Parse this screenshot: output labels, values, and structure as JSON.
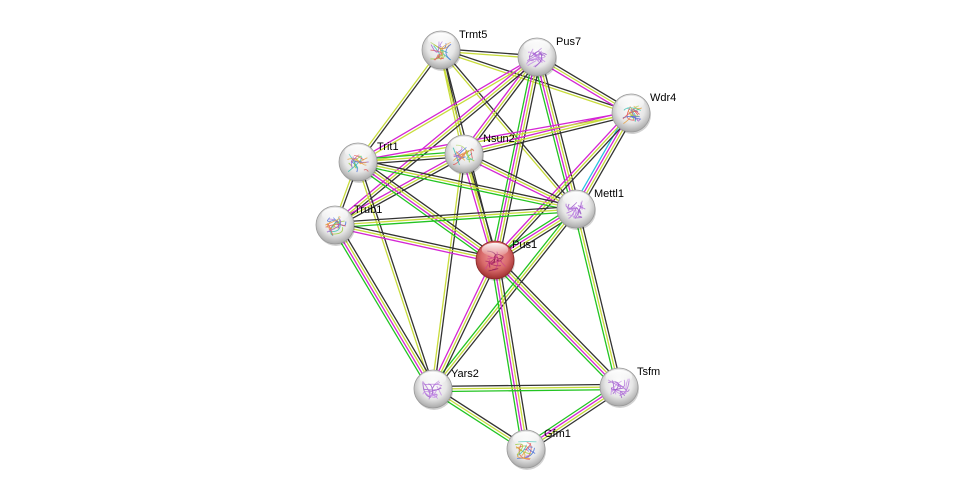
{
  "title": "Protein interaction network",
  "edge_colors": {
    "coexpression": "#333333",
    "textmining": "#c8dc3c",
    "experiments": "#d426d4",
    "database": "#2bc1e0",
    "neighborhood": "#22c422"
  },
  "nodes": [
    {
      "id": "Trmt5",
      "label": "Trmt5",
      "query": false,
      "structure_hue": "rainbow"
    },
    {
      "id": "Pus7",
      "label": "Pus7",
      "query": false,
      "structure_hue": "violet"
    },
    {
      "id": "Wdr4",
      "label": "Wdr4",
      "query": false,
      "structure_hue": "rainbow"
    },
    {
      "id": "Nsun2",
      "label": "Nsun2",
      "query": false,
      "structure_hue": "rainbow"
    },
    {
      "id": "Trit1",
      "label": "Trit1",
      "query": false,
      "structure_hue": "rainbow"
    },
    {
      "id": "Mettl1",
      "label": "Mettl1",
      "query": false,
      "structure_hue": "violet"
    },
    {
      "id": "Trub1",
      "label": "Trub1",
      "query": false,
      "structure_hue": "rainbow"
    },
    {
      "id": "Pus1",
      "label": "Pus1",
      "query": true,
      "structure_hue": "magenta"
    },
    {
      "id": "Yars2",
      "label": "Yars2",
      "query": false,
      "structure_hue": "violet"
    },
    {
      "id": "Tsfm",
      "label": "Tsfm",
      "query": false,
      "structure_hue": "violet"
    },
    {
      "id": "Gfm1",
      "label": "Gfm1",
      "query": false,
      "structure_hue": "rainbow"
    }
  ],
  "edges": [
    {
      "source": "Trmt5",
      "target": "Pus7",
      "types": [
        "coexpression",
        "textmining"
      ]
    },
    {
      "source": "Trmt5",
      "target": "Wdr4",
      "types": [
        "coexpression",
        "textmining"
      ]
    },
    {
      "source": "Trmt5",
      "target": "Nsun2",
      "types": [
        "coexpression",
        "textmining"
      ]
    },
    {
      "source": "Trmt5",
      "target": "Trit1",
      "types": [
        "coexpression",
        "textmining"
      ]
    },
    {
      "source": "Trmt5",
      "target": "Mettl1",
      "types": [
        "coexpression",
        "textmining"
      ]
    },
    {
      "source": "Trmt5",
      "target": "Pus1",
      "types": [
        "coexpression",
        "textmining"
      ]
    },
    {
      "source": "Pus7",
      "target": "Wdr4",
      "types": [
        "coexpression",
        "textmining",
        "experiments"
      ]
    },
    {
      "source": "Pus7",
      "target": "Nsun2",
      "types": [
        "coexpression",
        "textmining",
        "experiments"
      ]
    },
    {
      "source": "Pus7",
      "target": "Trit1",
      "types": [
        "textmining",
        "experiments"
      ]
    },
    {
      "source": "Pus7",
      "target": "Trub1",
      "types": [
        "coexpression",
        "textmining",
        "experiments"
      ]
    },
    {
      "source": "Pus7",
      "target": "Mettl1",
      "types": [
        "coexpression",
        "textmining",
        "experiments",
        "neighborhood"
      ]
    },
    {
      "source": "Pus7",
      "target": "Pus1",
      "types": [
        "coexpression",
        "textmining",
        "experiments",
        "neighborhood"
      ]
    },
    {
      "source": "Wdr4",
      "target": "Nsun2",
      "types": [
        "coexpression",
        "textmining",
        "experiments"
      ]
    },
    {
      "source": "Wdr4",
      "target": "Trit1",
      "types": [
        "textmining",
        "experiments"
      ]
    },
    {
      "source": "Wdr4",
      "target": "Mettl1",
      "types": [
        "coexpression",
        "textmining",
        "experiments",
        "database"
      ]
    },
    {
      "source": "Wdr4",
      "target": "Pus1",
      "types": [
        "coexpression",
        "textmining",
        "experiments"
      ]
    },
    {
      "source": "Nsun2",
      "target": "Trit1",
      "types": [
        "coexpression",
        "textmining",
        "neighborhood"
      ]
    },
    {
      "source": "Nsun2",
      "target": "Trub1",
      "types": [
        "coexpression",
        "textmining",
        "experiments"
      ]
    },
    {
      "source": "Nsun2",
      "target": "Mettl1",
      "types": [
        "coexpression",
        "textmining",
        "experiments"
      ]
    },
    {
      "source": "Nsun2",
      "target": "Pus1",
      "types": [
        "coexpression",
        "textmining",
        "experiments"
      ]
    },
    {
      "source": "Nsun2",
      "target": "Yars2",
      "types": [
        "coexpression",
        "textmining"
      ]
    },
    {
      "source": "Trit1",
      "target": "Trub1",
      "types": [
        "coexpression",
        "textmining"
      ]
    },
    {
      "source": "Trit1",
      "target": "Mettl1",
      "types": [
        "coexpression",
        "textmining",
        "neighborhood"
      ]
    },
    {
      "source": "Trit1",
      "target": "Pus1",
      "types": [
        "coexpression",
        "textmining",
        "experiments",
        "neighborhood"
      ]
    },
    {
      "source": "Trit1",
      "target": "Yars2",
      "types": [
        "coexpression",
        "textmining"
      ]
    },
    {
      "source": "Trub1",
      "target": "Mettl1",
      "types": [
        "coexpression",
        "textmining",
        "neighborhood"
      ]
    },
    {
      "source": "Trub1",
      "target": "Pus1",
      "types": [
        "coexpression",
        "textmining",
        "experiments"
      ]
    },
    {
      "source": "Trub1",
      "target": "Yars2",
      "types": [
        "coexpression",
        "textmining",
        "experiments",
        "neighborhood"
      ]
    },
    {
      "source": "Mettl1",
      "target": "Pus1",
      "types": [
        "coexpression",
        "textmining",
        "experiments",
        "neighborhood"
      ]
    },
    {
      "source": "Mettl1",
      "target": "Yars2",
      "types": [
        "coexpression",
        "textmining",
        "neighborhood"
      ]
    },
    {
      "source": "Mettl1",
      "target": "Tsfm",
      "types": [
        "coexpression",
        "textmining",
        "neighborhood"
      ]
    },
    {
      "source": "Pus1",
      "target": "Yars2",
      "types": [
        "coexpression",
        "textmining",
        "experiments"
      ]
    },
    {
      "source": "Pus1",
      "target": "Tsfm",
      "types": [
        "coexpression",
        "textmining",
        "experiments",
        "neighborhood"
      ]
    },
    {
      "source": "Pus1",
      "target": "Gfm1",
      "types": [
        "coexpression",
        "textmining",
        "experiments",
        "neighborhood"
      ]
    },
    {
      "source": "Yars2",
      "target": "Tsfm",
      "types": [
        "coexpression",
        "textmining",
        "neighborhood"
      ]
    },
    {
      "source": "Yars2",
      "target": "Gfm1",
      "types": [
        "coexpression",
        "textmining",
        "neighborhood"
      ]
    },
    {
      "source": "Tsfm",
      "target": "Gfm1",
      "types": [
        "coexpression",
        "textmining",
        "experiments",
        "neighborhood"
      ]
    }
  ]
}
